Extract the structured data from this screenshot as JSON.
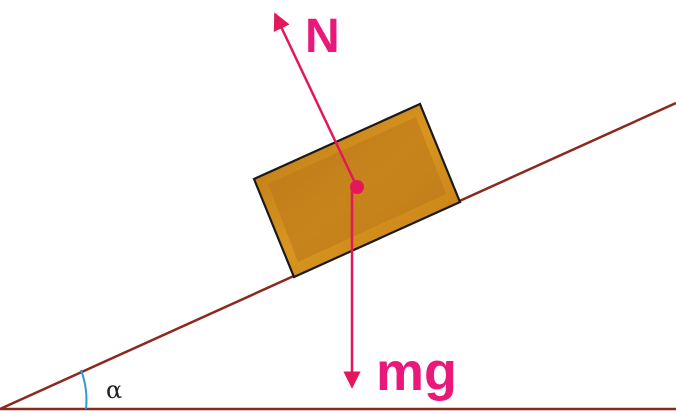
{
  "labels": {
    "normal_force": "N",
    "weight": "mg",
    "angle": "α"
  },
  "colors": {
    "background": "#ffffff",
    "incline_line": "#8a2a1e",
    "force_arrow": "#e2185a",
    "force_label": "#e8197a",
    "angle_arc": "#3399cc",
    "angle_label": "#222222",
    "block_fill": "#d48f1c",
    "block_fill_dark": "#a9650d",
    "block_outline": "#1a1a1a"
  },
  "icons": {
    "normal_arrow": "arrow-up-left",
    "weight_arrow": "arrow-down"
  }
}
